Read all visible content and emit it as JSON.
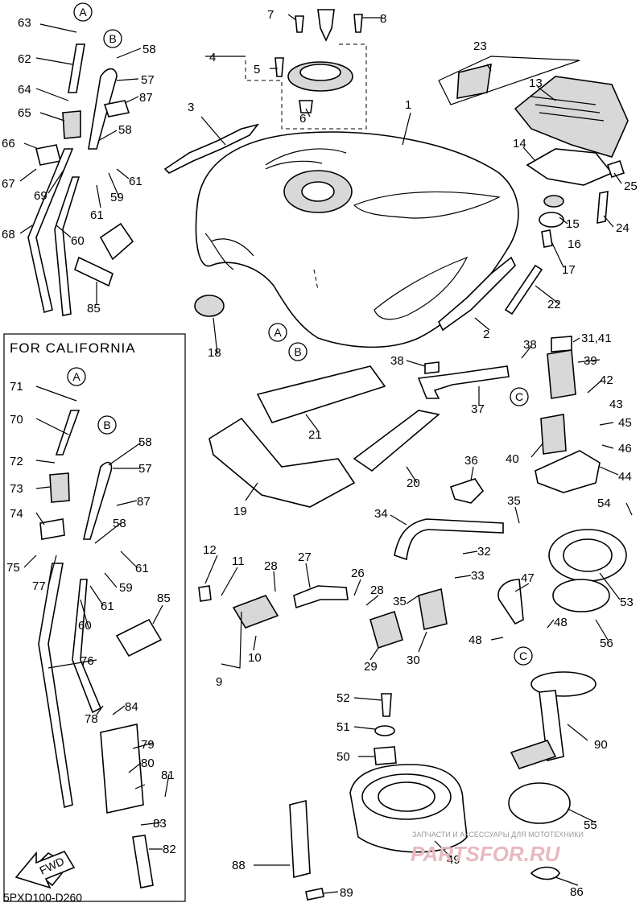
{
  "diagram_code": "5PXD100-D260",
  "california_title": "FOR CALIFORNIA",
  "fwd_label": "FWD",
  "watermark": {
    "small": "ЗАПЧАСТИ И АКСЕССУАРЫ ДЛЯ МОТОТЕХНИКИ",
    "brand": "PARTSFOR.RU"
  },
  "callouts": {
    "A": "A",
    "B": "B",
    "C": "C"
  },
  "labels": [
    "1",
    "2",
    "3",
    "4",
    "5",
    "6",
    "7",
    "8",
    "9",
    "10",
    "11",
    "12",
    "13",
    "14",
    "15",
    "16",
    "17",
    "18",
    "19",
    "20",
    "21",
    "22",
    "23",
    "24",
    "25",
    "26",
    "27",
    "28",
    "29",
    "30",
    "31,41",
    "32",
    "33",
    "34",
    "35",
    "36",
    "37",
    "38",
    "39",
    "40",
    "42",
    "43",
    "44",
    "45",
    "46",
    "47",
    "48",
    "49",
    "50",
    "51",
    "52",
    "53",
    "54",
    "55",
    "56",
    "57",
    "58",
    "59",
    "60",
    "61",
    "62",
    "63",
    "64",
    "65",
    "66",
    "67",
    "68",
    "69",
    "70",
    "71",
    "72",
    "73",
    "74",
    "75",
    "76",
    "77",
    "78",
    "79",
    "80",
    "81",
    "82",
    "83",
    "84",
    "85",
    "86",
    "87",
    "88",
    "89",
    "90"
  ]
}
